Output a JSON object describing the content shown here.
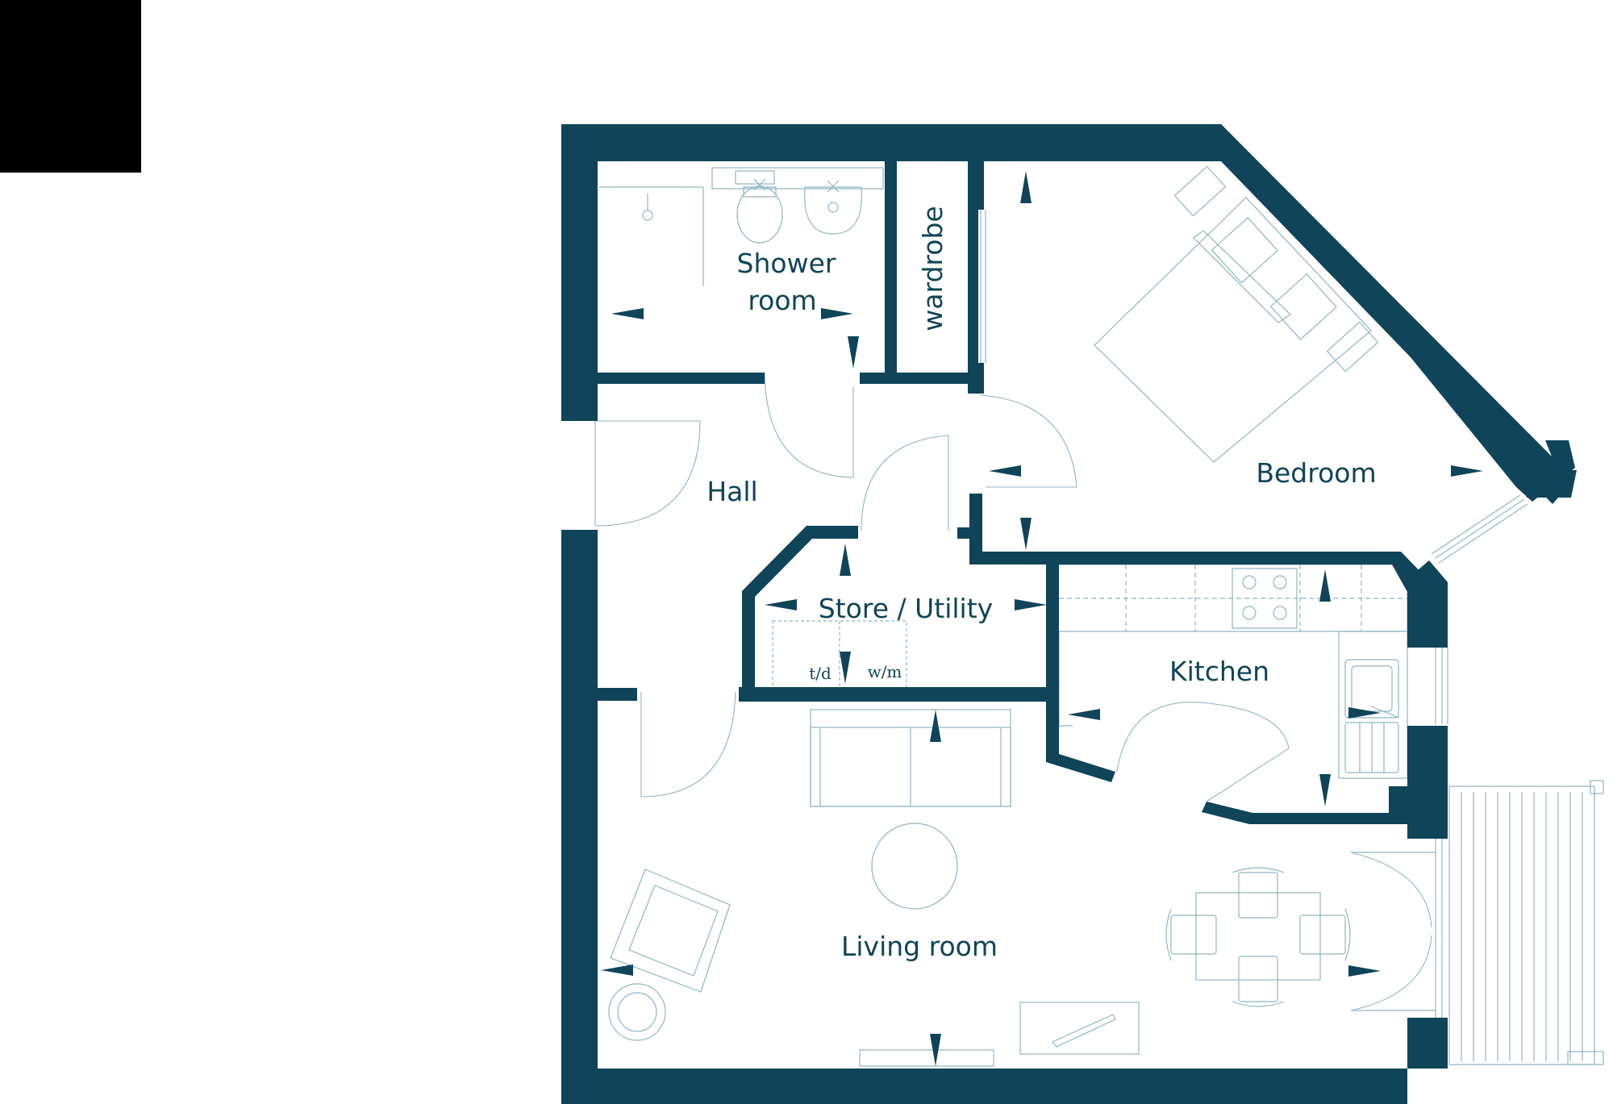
{
  "colors": {
    "wall": "#0f4459",
    "fixture": "#8fb5c4",
    "text": "#0f4459",
    "corner_block": "#000000",
    "background": "#ffffff"
  },
  "rooms": {
    "shower_room_line1": "Shower",
    "shower_room_line2": "room",
    "wardrobe": "wardrobe",
    "bedroom": "Bedroom",
    "hall": "Hall",
    "store_utility": "Store / Utility",
    "kitchen": "Kitchen",
    "living_room": "Living room"
  },
  "appliances": {
    "tumble_dryer": "t/d",
    "washing_machine": "w/m"
  },
  "icons": {
    "dimension_arrow": "triangle-arrow-icon",
    "door_swing": "door-arc-icon"
  }
}
